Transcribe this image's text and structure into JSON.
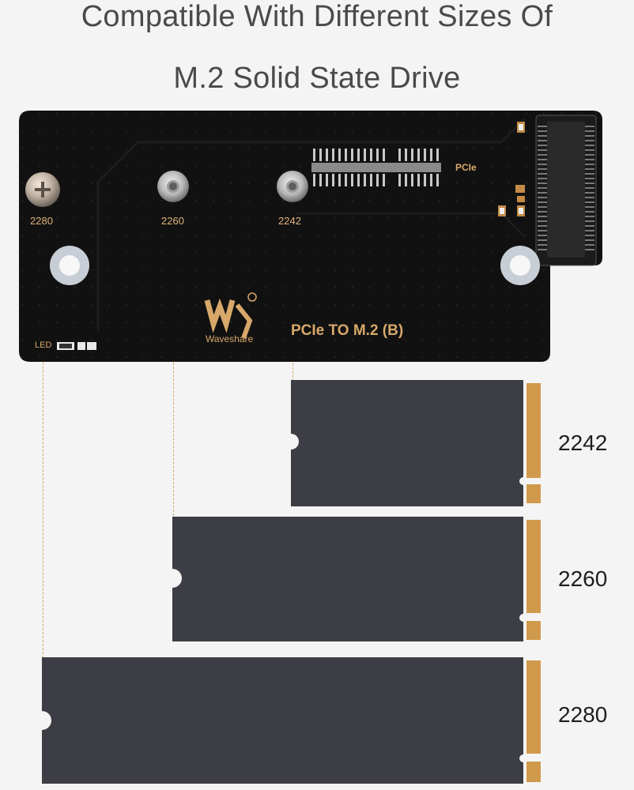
{
  "heading": {
    "line1": "Compatible With Different Sizes Of",
    "line2": "M.2 Solid State Drive"
  },
  "board": {
    "model": "PCIe TO M.2 (B)",
    "interface_label": "PCIe",
    "brand": "Waveshare",
    "led_label": "LED",
    "mount_labels": [
      "2280",
      "2260",
      "2242"
    ],
    "logo_mark": "W"
  },
  "ssd_sizes": [
    "2242",
    "2260",
    "2280"
  ],
  "colors": {
    "background": "#f4f4f4",
    "pcb": "#121212",
    "silkscreen": "#d7a86a",
    "ssd_body": "#3d3e45",
    "gold_contacts": "#d09a4c"
  }
}
